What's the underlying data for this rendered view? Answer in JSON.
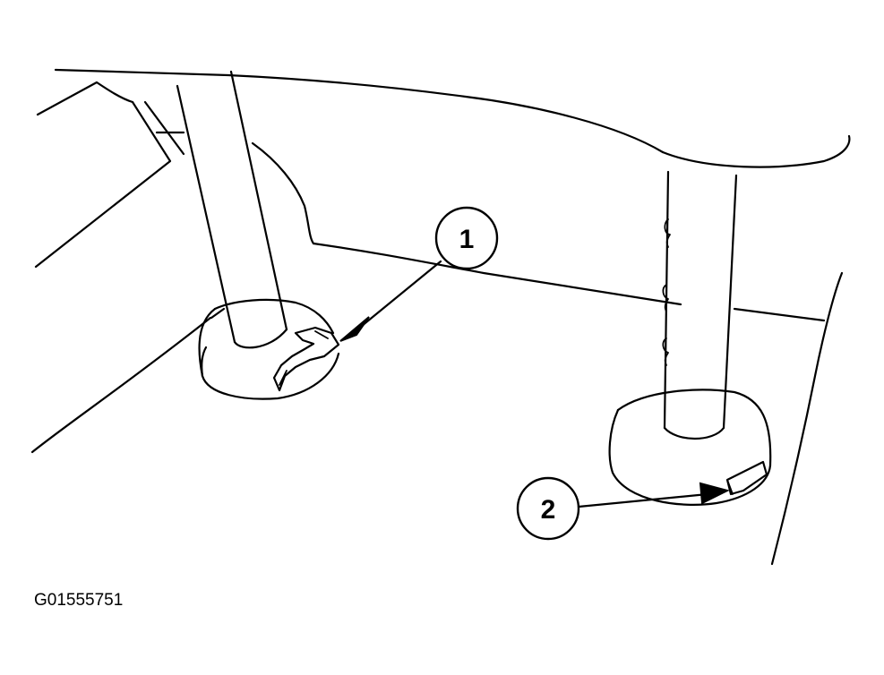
{
  "callouts": [
    {
      "label": "1"
    },
    {
      "label": "2"
    }
  ],
  "figure_code": "G01555751",
  "colors": {
    "line": "#000000",
    "background": "#ffffff"
  }
}
